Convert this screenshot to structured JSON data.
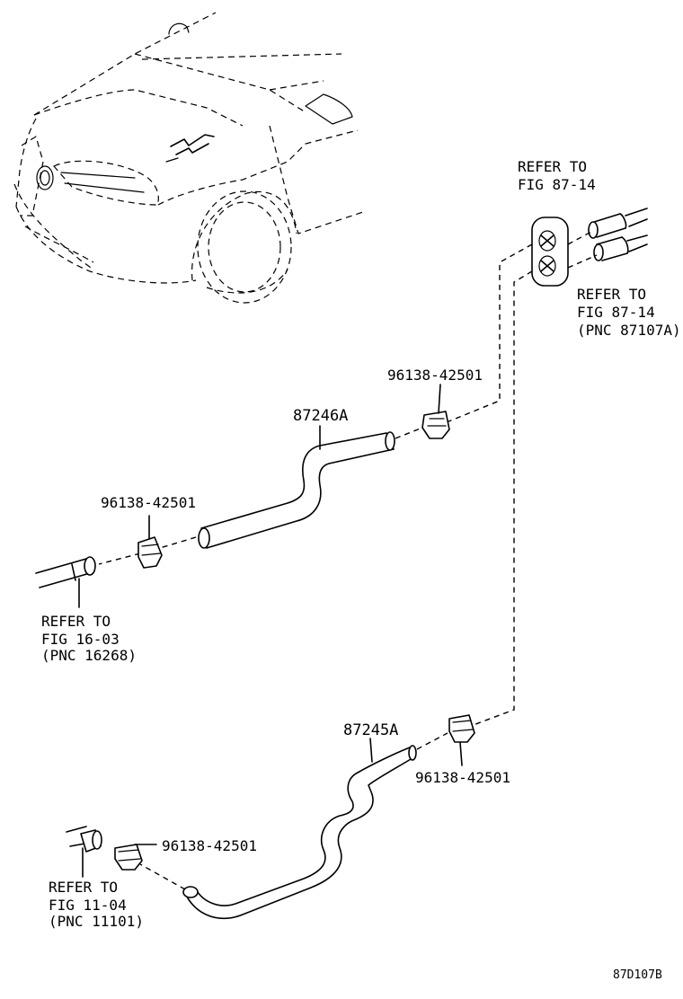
{
  "diagram_id": "87D107B",
  "parts": {
    "hose_upper": "87246A",
    "hose_lower": "87245A"
  },
  "clamps": {
    "clamp_upper_right": "96138-42501",
    "clamp_upper_left": "96138-42501",
    "clamp_lower_right": "96138-42501",
    "clamp_lower_left": "96138-42501"
  },
  "references": {
    "ref_top": {
      "line1": "REFER TO",
      "line2": "FIG 87-14"
    },
    "ref_right": {
      "line1": "REFER TO",
      "line2": "FIG 87-14",
      "line3": "(PNC 87107A)"
    },
    "ref_left": {
      "line1": "REFER TO",
      "line2": "FIG 16-03",
      "line3": "(PNC 16268)"
    },
    "ref_bottom": {
      "line1": "REFER TO",
      "line2": "FIG 11-04",
      "line3": "(PNC 11101)"
    }
  }
}
